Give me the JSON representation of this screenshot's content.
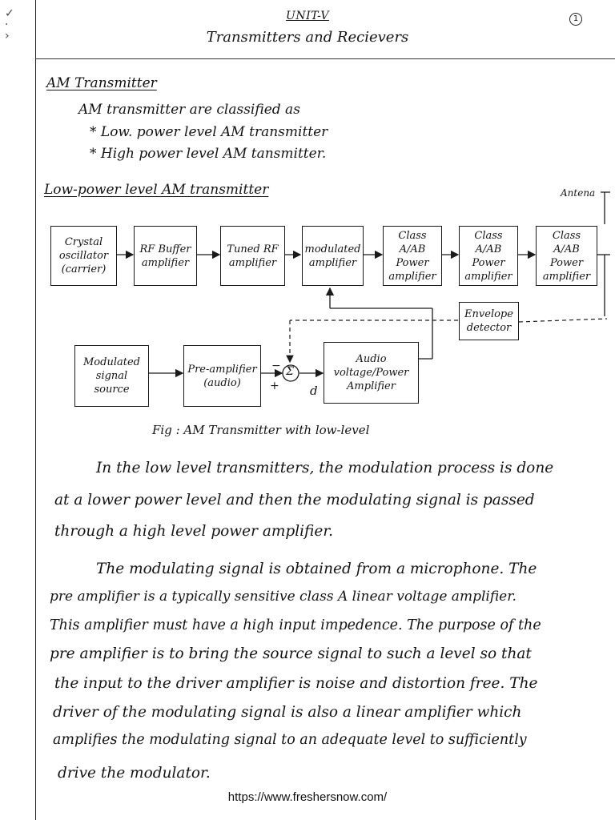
{
  "header": {
    "unit": "UNIT-V",
    "title": "Transmitters and Recievers",
    "page_number": "1"
  },
  "section1": {
    "heading": "AM Transmitter",
    "intro": "AM transmitter are classified as",
    "bullets": [
      "Low. power level AM transmitter",
      "High power level AM tansmitter."
    ]
  },
  "section2": {
    "heading": "Low-power level AM transmitter",
    "antenna_label": "Antena"
  },
  "diagram": {
    "blocks": [
      "Crystal oscillator (carrier)",
      "RF Buffer amplifier",
      "Tuned RF amplifier",
      "modulated amplifier",
      "Class A/AB Power amplifier",
      "Class A/AB Power amplifier",
      "Class A/AB Power amplifier",
      "Envelope detector",
      "Modulated signal source",
      "Pre-amplifier (audio)",
      "Audio voltage/Power Amplifier"
    ],
    "sum_symbol": "Σ",
    "minus": "−",
    "plus": "+",
    "d_label": "d",
    "caption": "Fig : AM Transmitter with low-level"
  },
  "paragraph1": [
    "In the low level transmitters, the modulation process is done",
    "at a lower power level and then the modulating signal is passed",
    "through a high level power amplifier."
  ],
  "paragraph2": [
    "The modulating signal is obtained from a microphone. The",
    "pre amplifier is a typically sensitive class A linear voltage amplifier.",
    "This amplifier must have a high input impedence. The purpose of the",
    "pre amplifier is to bring the source signal to such a level so that",
    "the input to the driver amplifier is noise and distortion free. The",
    "driver of the modulating signal is also a linear amplifier which",
    "amplifies the modulating signal to an adequate level to sufficiently",
    "drive the modulator."
  ],
  "footer": {
    "url": "https://www.freshersnow.com/"
  }
}
